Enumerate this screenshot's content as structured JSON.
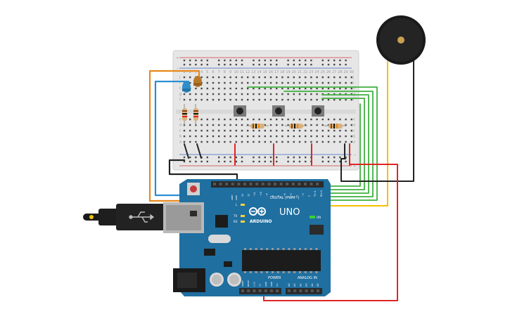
{
  "breadboard": {
    "rail_plus": "+",
    "rail_minus": "−",
    "column_numbers": [
      "1",
      "2",
      "3",
      "4",
      "5",
      "6",
      "7",
      "8",
      "9",
      "10",
      "11",
      "12",
      "13",
      "14",
      "15",
      "16",
      "17",
      "18",
      "19",
      "20",
      "21",
      "22",
      "23",
      "24",
      "25",
      "26",
      "27",
      "28",
      "29",
      "30"
    ],
    "row_letters_top": [
      "j",
      "i",
      "h",
      "g",
      "f"
    ],
    "row_letters_bottom": [
      "e",
      "d",
      "c",
      "b",
      "a"
    ],
    "colors": {
      "body": "#e6e6e6",
      "hole": "#4a4a4a",
      "rail_red": "#d23b3b",
      "rail_blue": "#3b67c7"
    }
  },
  "arduino": {
    "brand": "ARDUINO",
    "model": "UNO",
    "label_digital": "DIGITAL (PWM~)",
    "label_power": "POWER",
    "label_analog": "ANALOG IN",
    "label_on": "ON",
    "label_tx": "TX",
    "label_rx": "RX",
    "label_l": "L",
    "label_aref": "AREF",
    "label_gnd": "GND",
    "digital_pins": [
      "13",
      "12",
      "~11",
      "~10",
      "~9",
      "8",
      "7",
      "~6",
      "~5",
      "4",
      "~3",
      "2",
      "TX→1",
      "RX←0"
    ],
    "power_pins": [
      "IOREF",
      "RESET",
      "3.3V",
      "5V",
      "GND",
      "GND",
      "Vin"
    ],
    "analog_pins": [
      "A0",
      "A1",
      "A2",
      "A3",
      "A4",
      "A5"
    ],
    "colors": {
      "board": "#1f6fa0",
      "board_dark": "#17577e",
      "header": "#2b2b2b"
    }
  },
  "components": {
    "pushbuttons": 3,
    "resistors": 5,
    "leds": [
      "blue",
      "orange"
    ],
    "buzzer": "piezo"
  },
  "wires": {
    "colors": {
      "orange": "#e8891a",
      "blue": "#2a8fd4",
      "green": "#3fb13f",
      "yellow": "#f2c200",
      "red": "#e02525",
      "black": "#222222"
    }
  }
}
